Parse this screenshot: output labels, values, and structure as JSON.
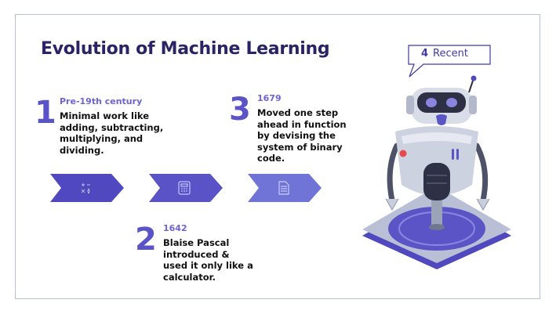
{
  "slide": {
    "title": "Evolution of Machine Learning"
  },
  "steps": [
    {
      "number": "1",
      "year": "Pre-19th century",
      "lines": [
        "Minimal work like",
        "adding, subtracting,",
        "multiplying, and",
        "dividing."
      ],
      "icon": "math-operators-icon"
    },
    {
      "number": "2",
      "year": "1642",
      "lines": [
        "Blaise Pascal",
        "introduced &",
        "used it only like a",
        "calculator."
      ],
      "icon": "calculator-icon"
    },
    {
      "number": "3",
      "year": "1679",
      "lines": [
        "Moved one step",
        "ahead in function",
        "by devising the",
        "system of binary",
        "code."
      ],
      "icon": "binary-document-icon"
    }
  ],
  "recent": {
    "number": "4",
    "label": "Recent"
  },
  "colors": {
    "title": "#2a2466",
    "accent": "#5a54c6",
    "arrow1": "#4f48bf",
    "arrow2": "#5a53c8",
    "arrow3": "#6f74d6",
    "frame": "#b9bde8"
  }
}
